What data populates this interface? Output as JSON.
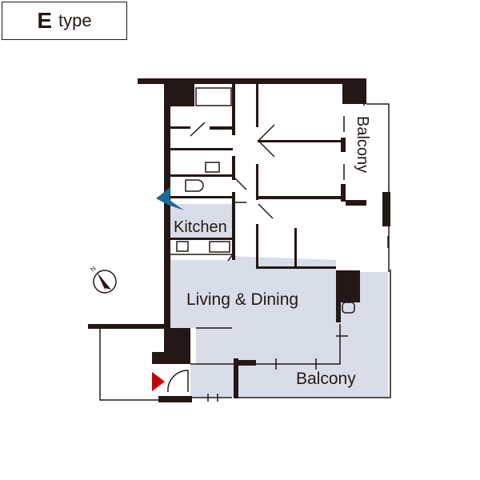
{
  "title": {
    "letter": "E",
    "word": "type"
  },
  "rooms": {
    "kitchen": "Kitchen",
    "living": "Living & Dining",
    "balcony_side": "Balcony",
    "balcony_front": "Balcony"
  },
  "compass": {
    "north_label": "N"
  },
  "colors": {
    "wall": "#231815",
    "shade": "#d9dde8",
    "view_arrow": "#1a6a9a",
    "entrance": "#c4000b"
  }
}
